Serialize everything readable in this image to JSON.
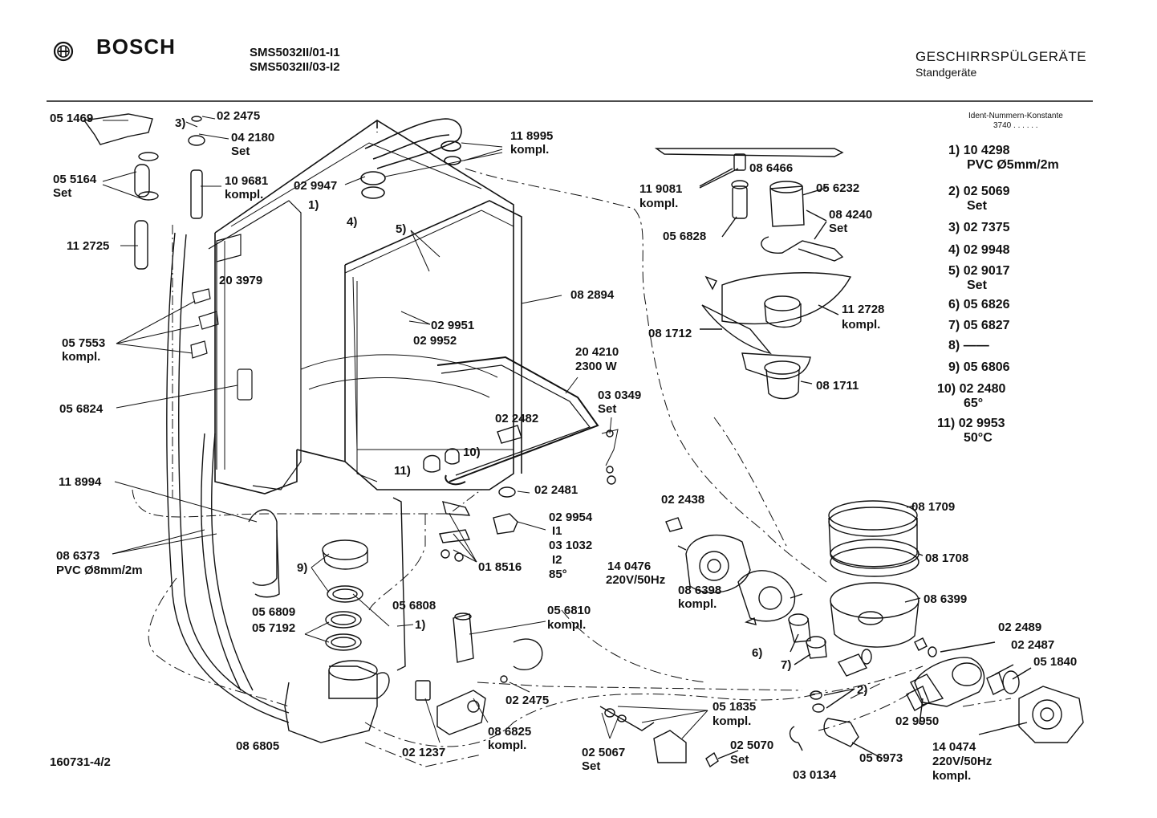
{
  "header": {
    "brand": "BOSCH",
    "models": [
      "SMS5032II/01-I1",
      "SMS5032II/03-I2"
    ],
    "title": "GESCHIRRSPÜLGERÄTE",
    "subtitle": "Standgeräte",
    "ident_label": "Ident-Nummern-Konstante",
    "ident_value": "3740  . .  . . . ."
  },
  "footer": {
    "drawing_number": "160731-4/2"
  },
  "labels": {
    "p051469": "05 1469",
    "n3": "3)",
    "p022475a": "02 2475",
    "p042180": "04 2180",
    "set_a": "Set",
    "p055164": "05 5164",
    "set_b": "Set",
    "p109681": "10 9681",
    "kompl_a": "kompl.",
    "p112725": "11 2725",
    "p029947": "02 9947",
    "n1a": "1)",
    "n4": "4)",
    "p118995": "11 8995",
    "kompl_b": "kompl.",
    "n5": "5)",
    "p203979": "20 3979",
    "p082894": "08 2894",
    "p057553": "05 7553",
    "kompl_c": "kompl.",
    "p029951": "02 9951",
    "p029952": "02 9952",
    "p056824": "05 6824",
    "p204210": "20 4210",
    "w2300": "2300 W",
    "p030349": "03 0349",
    "set_c": "Set",
    "p022482": "02 2482",
    "n10": "10)",
    "n11": "11)",
    "p118994": "11 8994",
    "p022481": "02 2481",
    "p029954": "02 9954",
    "i1": "I1",
    "p031032": "03 1032",
    "i2": "I2",
    "deg85": "85°",
    "p086373": "08 6373",
    "pvc8": "PVC Ø8mm/2m",
    "n9": "9)",
    "p018516": "01 8516",
    "p056809": "05 6809",
    "p057192": "05 7192",
    "p056808": "05 6808",
    "n1b": "1)",
    "p056810": "05 6810",
    "kompl_d": "kompl.",
    "p022475b": "02 2475",
    "p021237": "02 1237",
    "p086825": "08 6825",
    "kompl_e": "kompl.",
    "p086805": "08 6805",
    "p051835": "05 1835",
    "kompl_f": "kompl.",
    "p025067": "02 5067",
    "set_d": "Set",
    "p025070": "02 5070",
    "set_e": "Set",
    "p030134": "03 0134",
    "p119081": "11 9081",
    "kompl_g": "kompl.",
    "p086466": "08 6466",
    "p056232": "05 6232",
    "p084240": "08 4240",
    "set_f": "Set",
    "p056828": "05 6828",
    "p112728": "11 2728",
    "kompl_h": "kompl.",
    "p081712": "08 1712",
    "p081711": "08 1711",
    "p022438": "02 2438",
    "p081709": "08 1709",
    "p081708": "08 1708",
    "p140476": "14 0476",
    "v220a": "220V/50Hz",
    "p086398": "08 6398",
    "kompl_i": "kompl.",
    "p086399": "08 6399",
    "n6": "6)",
    "n7": "7)",
    "p022489": "02 2489",
    "p022487": "02 2487",
    "p051840": "05 1840",
    "n2": "2)",
    "p029950": "02 9950",
    "p056973": "05 6973",
    "p140474": "14 0474",
    "v220b": "220V/50Hz",
    "kompl_j": "kompl."
  },
  "legend": [
    {
      "num": "1)",
      "line1": "10 4298",
      "line2": "PVC Ø5mm/2m"
    },
    {
      "num": "2)",
      "line1": "02 5069",
      "line2": "Set"
    },
    {
      "num": "3)",
      "line1": "02 7375",
      "line2": ""
    },
    {
      "num": "4)",
      "line1": "02 9948",
      "line2": ""
    },
    {
      "num": "5)",
      "line1": "02 9017",
      "line2": "Set"
    },
    {
      "num": "6)",
      "line1": "05 6826",
      "line2": ""
    },
    {
      "num": "7)",
      "line1": "05 6827",
      "line2": ""
    },
    {
      "num": "8)",
      "line1": "——",
      "line2": ""
    },
    {
      "num": "9)",
      "line1": "05 6806",
      "line2": ""
    },
    {
      "num": "10)",
      "line1": "02 2480",
      "line2": "65°"
    },
    {
      "num": "11)",
      "line1": "02 9953",
      "line2": "50°C"
    }
  ]
}
